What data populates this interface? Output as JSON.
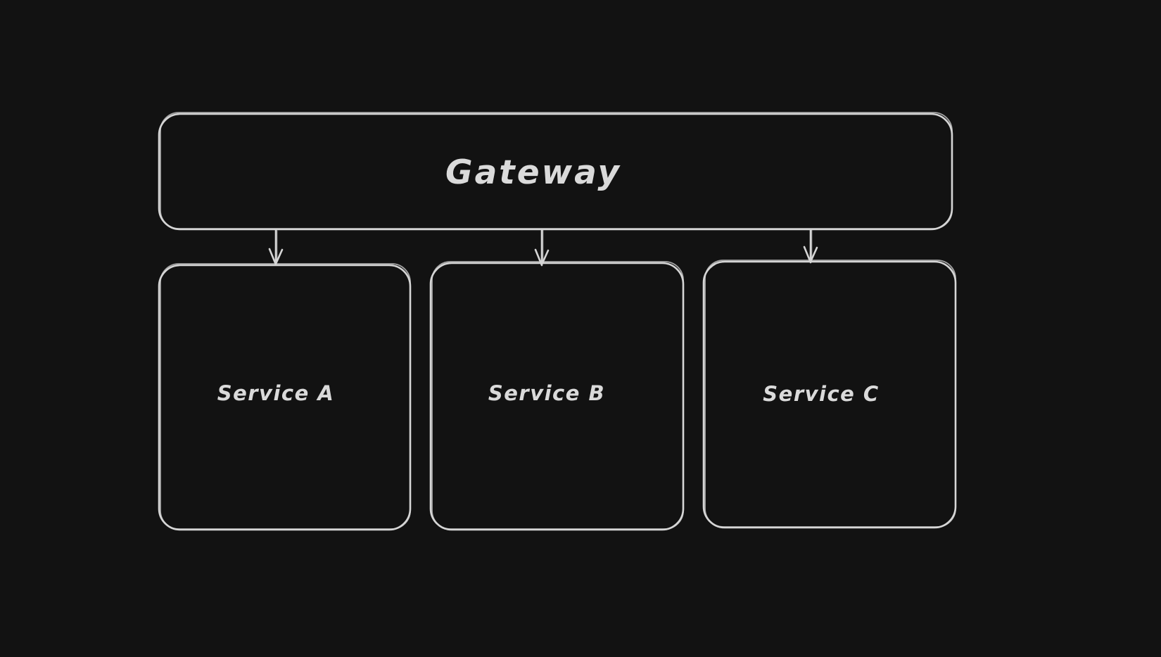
{
  "diagram": {
    "background_color": "#121212",
    "stroke_color": "#d5d5d5",
    "text_color": "#dadada",
    "nodes": {
      "gateway": {
        "label": "Gateway"
      },
      "service_a": {
        "label": "Service A"
      },
      "service_b": {
        "label": "Service B"
      },
      "service_c": {
        "label": "Service C"
      }
    },
    "edges": [
      {
        "from": "Gateway",
        "to": "Service A",
        "direction": "down-arrow"
      },
      {
        "from": "Gateway",
        "to": "Service B",
        "direction": "down-arrow"
      },
      {
        "from": "Gateway",
        "to": "Service C",
        "direction": "down-arrow"
      }
    ]
  }
}
